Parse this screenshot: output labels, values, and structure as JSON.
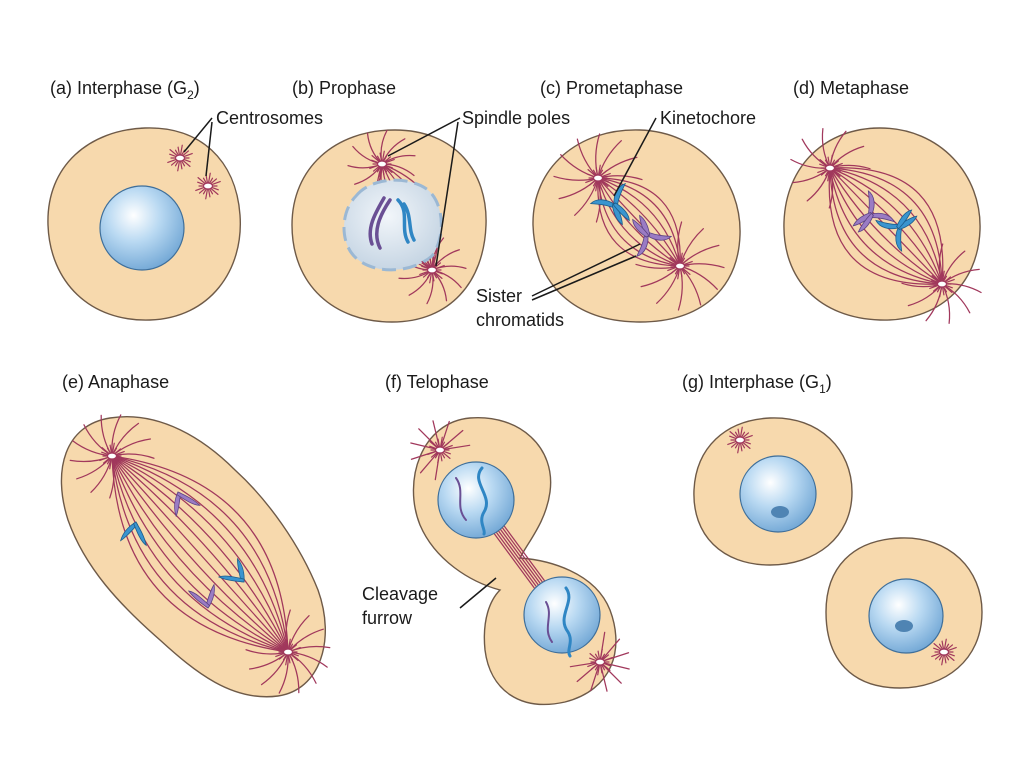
{
  "panels": {
    "a": {
      "label": "(a)  Interphase (G",
      "sub": "2",
      "close": ")"
    },
    "b": {
      "label": "(b)  Prophase"
    },
    "c": {
      "label": "(c)  Prometaphase"
    },
    "d": {
      "label": "(d)  Metaphase"
    },
    "e": {
      "label": "(e)  Anaphase"
    },
    "f": {
      "label": "(f)  Telophase"
    },
    "g": {
      "label": "(g)  Interphase (G",
      "sub": "1",
      "close": ")"
    }
  },
  "callouts": {
    "centrosomes": "Centrosomes",
    "spindle_poles": "Spindle poles",
    "kinetochore": "Kinetochore",
    "sister": "Sister",
    "chromatids": "chromatids",
    "cleavage": "Cleavage",
    "furrow": "furrow"
  },
  "colors": {
    "cytoplasm": "#f7d9ad",
    "nucleus": "#8fbde6",
    "spindle_fibers": "#a1385c",
    "chromatid_blue": "#3a95cf",
    "chromatid_purple": "#9a7bc4"
  }
}
